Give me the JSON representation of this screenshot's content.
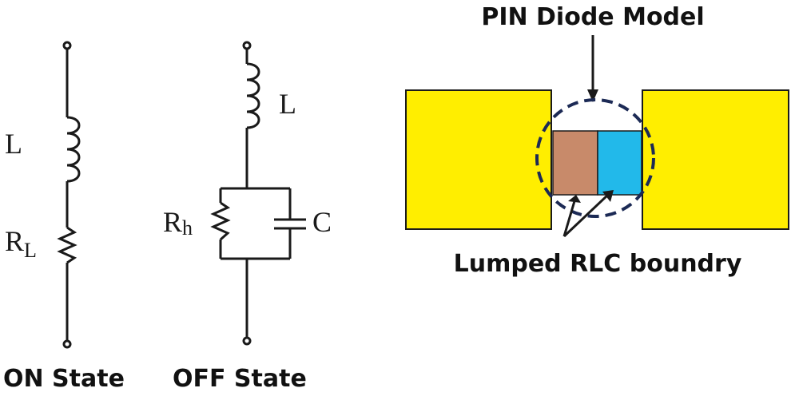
{
  "on_state": {
    "caption": "ON State",
    "inductor_symbol": "L",
    "resistor_symbol": "R",
    "resistor_subscript": "L"
  },
  "off_state": {
    "caption": "OFF State",
    "inductor_symbol": "L",
    "resistor_symbol": "R",
    "resistor_subscript": "h",
    "capacitor_symbol": "C"
  },
  "diode_model": {
    "title": "PIN Diode Model",
    "boundary_label": "Lumped RLC boundry"
  },
  "colors": {
    "wire": "#1a1a1a",
    "pad_fill": "#ffee00",
    "resistive_block": "#c88a6a",
    "capacitive_block": "#22b9ea",
    "dashed_circle": "#1c2a55"
  }
}
